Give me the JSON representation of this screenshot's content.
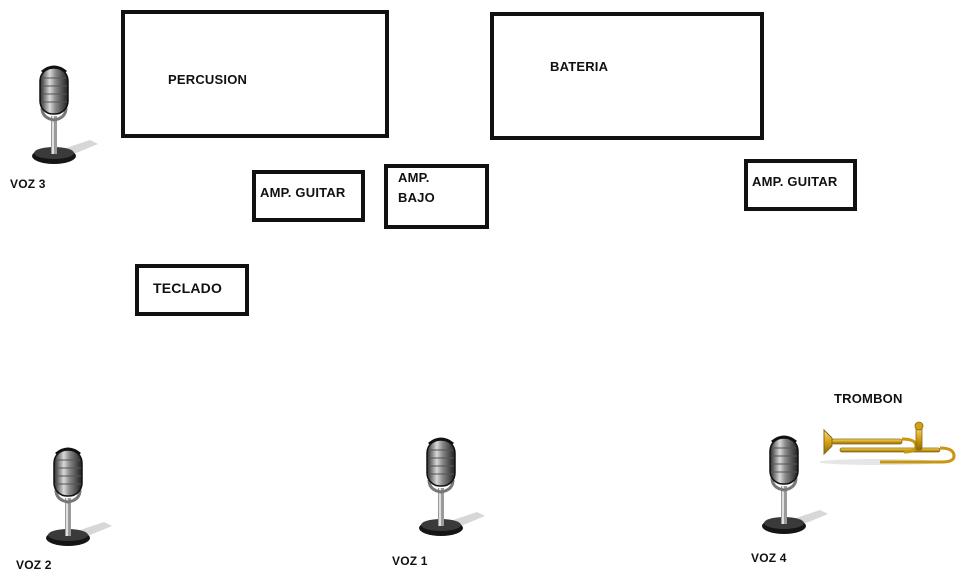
{
  "stage": {
    "percusion": "PERCUSION",
    "bateria": "BATERIA",
    "amp_guitar_left": "AMP. GUITAR",
    "amp_bajo_line1": "AMP.",
    "amp_bajo_line2": "BAJO",
    "amp_guitar_right": "AMP. GUITAR",
    "teclado": "TECLADO",
    "trombon": "TROMBON",
    "voz1": "VOZ 1",
    "voz2": "VOZ 2",
    "voz3": "VOZ 3",
    "voz4": "VOZ 4"
  },
  "icons": {
    "microphone": "microphone-icon",
    "trombone": "trombone-icon"
  },
  "colors": {
    "outline": "#111111",
    "brass": "#d4a017"
  }
}
